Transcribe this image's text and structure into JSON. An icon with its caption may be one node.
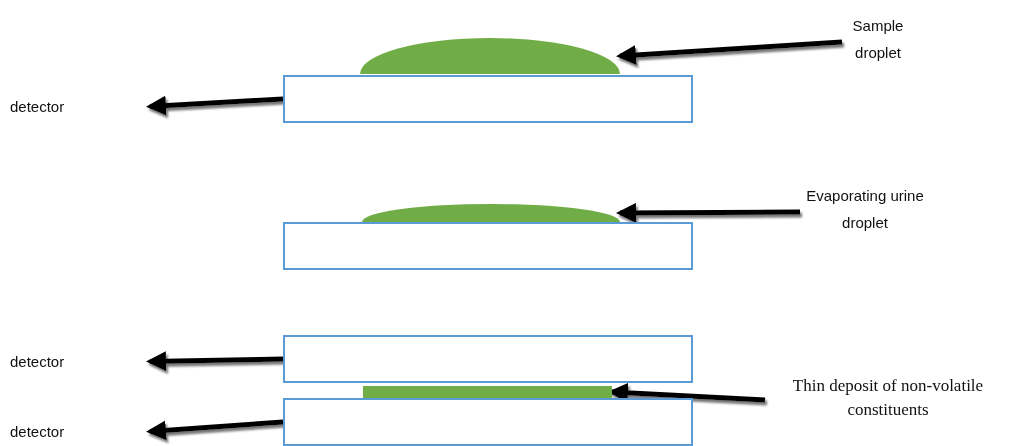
{
  "diagram": {
    "nodes": [
      {
        "text": [
          "Sample droplet"
        ]
      },
      {
        "text": [],
        "shape": "droplet"
      },
      {
        "text": [
          "detector"
        ]
      },
      {
        "text": [],
        "shape": "box"
      },
      {
        "text": [
          "Evaporating urine droplet"
        ]
      },
      {
        "text": [],
        "shape": "droplet"
      },
      {
        "text": [],
        "shape": "box"
      },
      {
        "text": [
          "detector"
        ]
      },
      {
        "text": [],
        "shape": "box"
      },
      {
        "text": [
          "Thin deposit of non-volatile constituents"
        ]
      },
      {
        "text": [],
        "shape": "bar"
      },
      {
        "text": [
          "detector"
        ]
      },
      {
        "text": [],
        "shape": "box"
      }
    ],
    "edges": [
      {
        "from": 0,
        "to": 1,
        "arrow": "to"
      },
      {
        "from": 3,
        "to": 2,
        "arrow": "to"
      },
      {
        "from": 4,
        "to": 5,
        "arrow": "to"
      },
      {
        "from": 8,
        "to": 7,
        "arrow": "to"
      },
      {
        "from": 9,
        "to": 10,
        "arrow": "to"
      },
      {
        "from": 12,
        "to": 11,
        "arrow": "to"
      }
    ]
  }
}
